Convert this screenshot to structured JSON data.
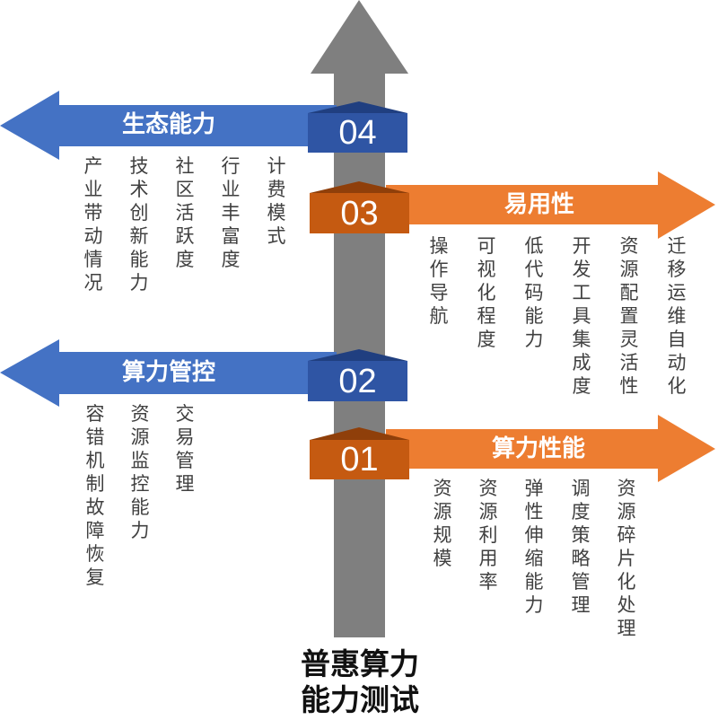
{
  "title": {
    "line1": "普惠算力",
    "line2": "能力测试"
  },
  "colors": {
    "spine": "#7f7f7f",
    "blue": "#4472c4",
    "blue_badge": "#2f55a4",
    "blue_cap": "#203f80",
    "orange": "#ed7d31",
    "orange_badge": "#c55a11",
    "orange_cap": "#8f3f0a",
    "text": "#404040"
  },
  "sections": [
    {
      "number": "04",
      "label": "生态能力",
      "direction": "left",
      "items": [
        "产业带动情况",
        "技术创新能力",
        "社区活跃度",
        "行业丰富度",
        "计费模式"
      ]
    },
    {
      "number": "03",
      "label": "易用性",
      "direction": "right",
      "items": [
        "操作导航",
        "可视化程度",
        "低代码能力",
        "开发工具集成度",
        "资源配置灵活性",
        "迁移运维自动化"
      ]
    },
    {
      "number": "02",
      "label": "算力管控",
      "direction": "left",
      "items": [
        "容错机制故障恢复",
        "资源监控能力",
        "交易管理"
      ]
    },
    {
      "number": "01",
      "label": "算力性能",
      "direction": "right",
      "items": [
        "资源规模",
        "资源利用率",
        "弹性伸缩能力",
        "调度策略管理",
        "资源碎片化处理"
      ]
    }
  ]
}
